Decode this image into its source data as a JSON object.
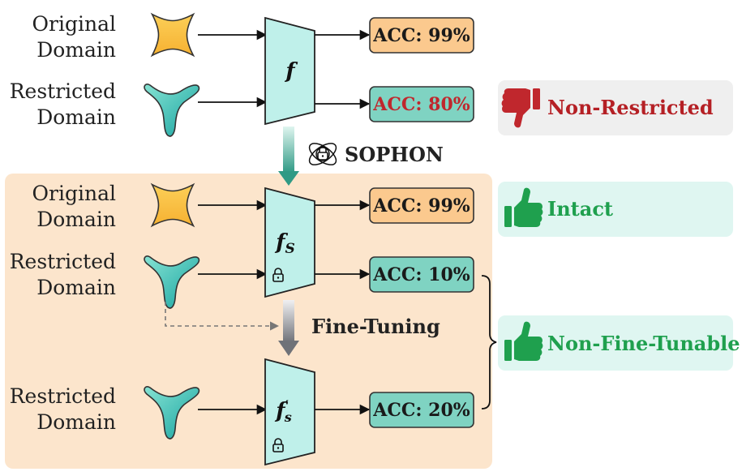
{
  "colors": {
    "orange_box": "#fbc98e",
    "teal_box": "#7fd3c2",
    "trap_fill": "#bff0ea",
    "shaded_region": "#fce5cc",
    "result_red_bg": "#efefef",
    "result_green_bg": "#dff6f1",
    "thumb_red": "#c0272d",
    "thumb_green": "#1fa04e"
  },
  "labels": {
    "original_l1": "Original",
    "original_l2": "Domain",
    "restricted_l1": "Restricted",
    "restricted_l2": "Domain"
  },
  "models": {
    "f": "f",
    "fs_main": "f",
    "fs_sub": "S",
    "fps_main": "f",
    "fps_prime": "′",
    "fps_sub": "s"
  },
  "acc": {
    "row1": "ACC: 99%",
    "row2": "ACC: 80%",
    "row3": "ACC: 99%",
    "row4": "ACC: 10%",
    "row5": "ACC: 20%"
  },
  "steps": {
    "sophon": "SOPHON",
    "fine_tuning": "Fine-Tuning"
  },
  "results": {
    "non_restricted": "Non-Restricted",
    "intact": "Intact",
    "non_fine_tunable": "Non-Fine-Tunable"
  },
  "icons": [
    "x-shape-icon",
    "y-shape-icon",
    "lock-icon",
    "sophon-logo-icon",
    "thumbs-down-icon",
    "thumbs-up-icon"
  ]
}
